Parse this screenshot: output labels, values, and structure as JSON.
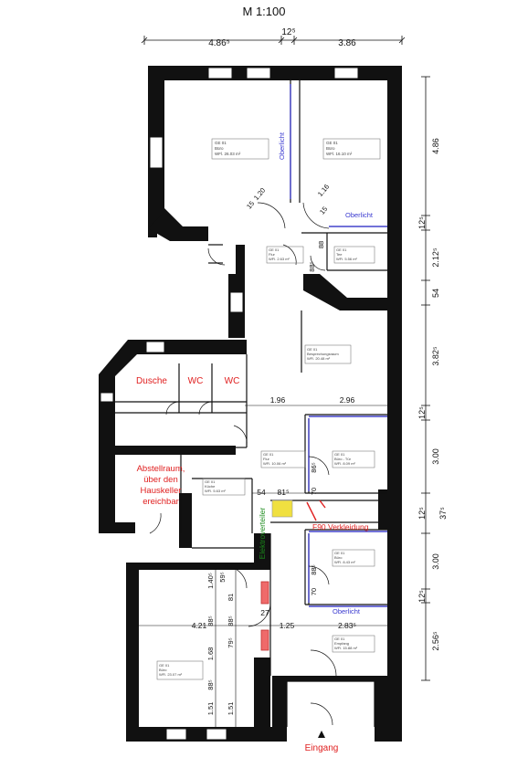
{
  "scale": "M 1:100",
  "top_dims": {
    "left": "4.86⁵",
    "middle": "12⁵",
    "right": "3.86"
  },
  "right_dims": [
    "4.86",
    "12⁵",
    "2.12⁵",
    "54",
    "3.82⁵",
    "12⁵",
    "3.00",
    "12⁵",
    "37⁵",
    "3.00",
    "12⁵",
    "2.56⁵"
  ],
  "red_labels": {
    "dusche": "Dusche",
    "wc1": "WC",
    "wc2": "WC",
    "abstell": [
      "Abstellraum,",
      "über den",
      "Hauskeller",
      "ereichbar"
    ],
    "f90": "F90 Verkleidung",
    "eingang": "Eingang"
  },
  "blue_labels": {
    "oberlicht1": "Oberlicht",
    "oberlicht2": "Oberlicht",
    "oberlicht3": "Oberlicht"
  },
  "green_label": "Elektroverteiler",
  "interior_dims": {
    "d196": "1.96",
    "d296": "2.96",
    "d54": "54",
    "d815": "81⁵",
    "d421": "4.21",
    "d125": "1.25",
    "d283": "2.83⁵",
    "d27": "27",
    "d140": "1.40⁵",
    "d88a": "88⁵",
    "d168": "1.68",
    "d151": "1.51",
    "d120": "1.20",
    "d116": "1.16",
    "d88b": "88",
    "d88c": "88⁵",
    "d70a": "70",
    "d70b": "70",
    "d59": "59⁵",
    "d81": "81",
    "d79": "79⁵",
    "d88d": "88⁵",
    "d88e": "88⁵",
    "d86": "86⁵",
    "d15a": "15",
    "d15b": "15",
    "d88f": "88⁵"
  },
  "rooms": [
    {
      "name": "GE 01",
      "label": "Büro",
      "area": "WFl.      26.03 m²"
    },
    {
      "name": "GE 01",
      "label": "Büro",
      "area": "WFl.      16.10 m²"
    },
    {
      "name": "GE 01",
      "label": "Flur",
      "area": "WFl.      2.63 m²"
    },
    {
      "name": "GE 01",
      "label": "Tee",
      "area": "WFl.      5.56 m²"
    },
    {
      "name": "GE 01",
      "label": "Besprechungsraum",
      "area": "WFl.      20.48 m²"
    },
    {
      "name": "GE 01",
      "label": "Flur",
      "area": "WFl.      10.06 m²"
    },
    {
      "name": "GE 01",
      "label": "Büro - Tür",
      "area": "WFl.      8.09 m²"
    },
    {
      "name": "GE 01",
      "label": "Küche",
      "area": "WFl.      5.63 m²"
    },
    {
      "name": "GE 01",
      "label": "Büro",
      "area": "WFl.      8.43 m²"
    },
    {
      "name": "GE 01",
      "label": "Empfang",
      "area": "WFl.      15.88 m²"
    },
    {
      "name": "GE 01",
      "label": "Büro",
      "area": "WFl.      23.07 m²"
    }
  ]
}
